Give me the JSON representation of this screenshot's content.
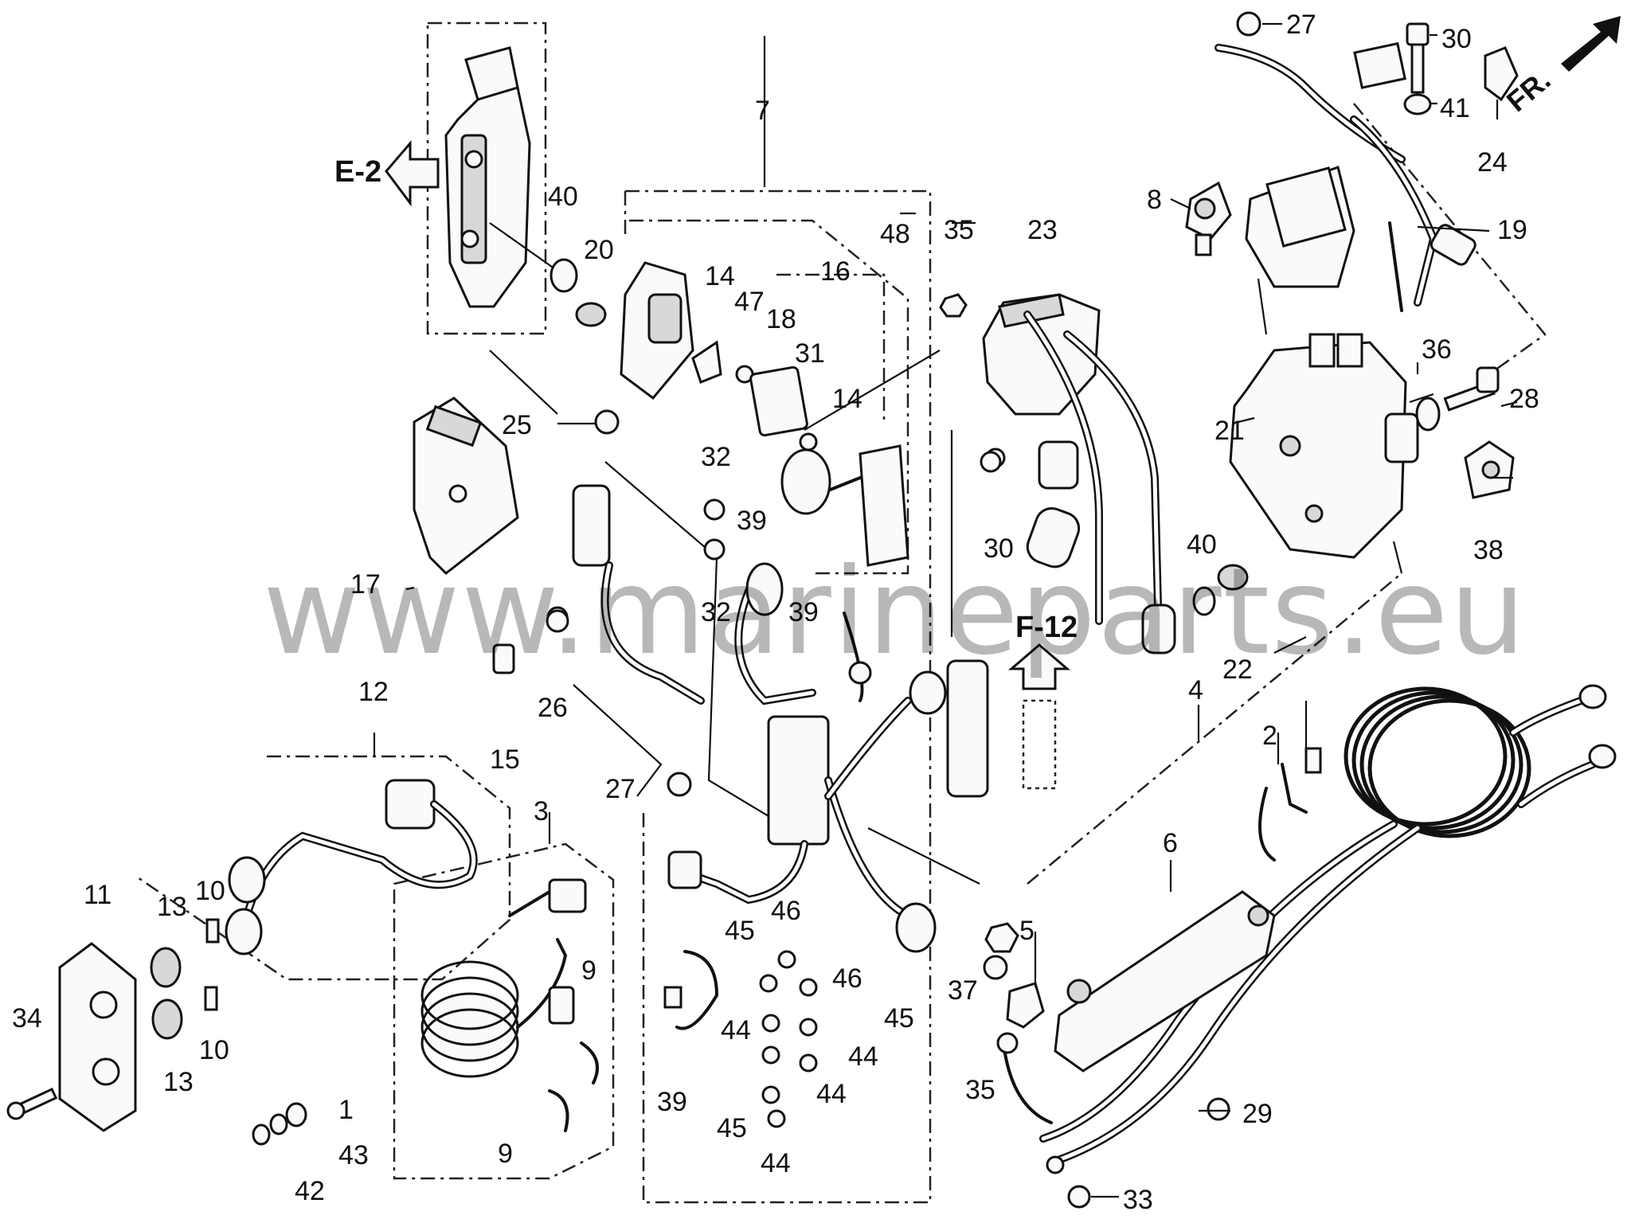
{
  "watermark": "www.marineparts.eu",
  "refs": {
    "e2": "E-2",
    "f12": "F-12",
    "fr": "FR."
  },
  "callouts": [
    "1",
    "2",
    "3",
    "4",
    "5",
    "6",
    "7",
    "8",
    "9",
    "9",
    "10",
    "10",
    "11",
    "12",
    "13",
    "13",
    "14",
    "14",
    "15",
    "16",
    "17",
    "18",
    "19",
    "20",
    "21",
    "22",
    "23",
    "24",
    "25",
    "26",
    "27",
    "27",
    "28",
    "29",
    "30",
    "30",
    "31",
    "32",
    "32",
    "33",
    "34",
    "35",
    "35",
    "36",
    "37",
    "38",
    "39",
    "39",
    "39",
    "40",
    "40",
    "41",
    "42",
    "43",
    "44",
    "44",
    "44",
    "44",
    "45",
    "45",
    "45",
    "46",
    "46",
    "47",
    "48"
  ]
}
